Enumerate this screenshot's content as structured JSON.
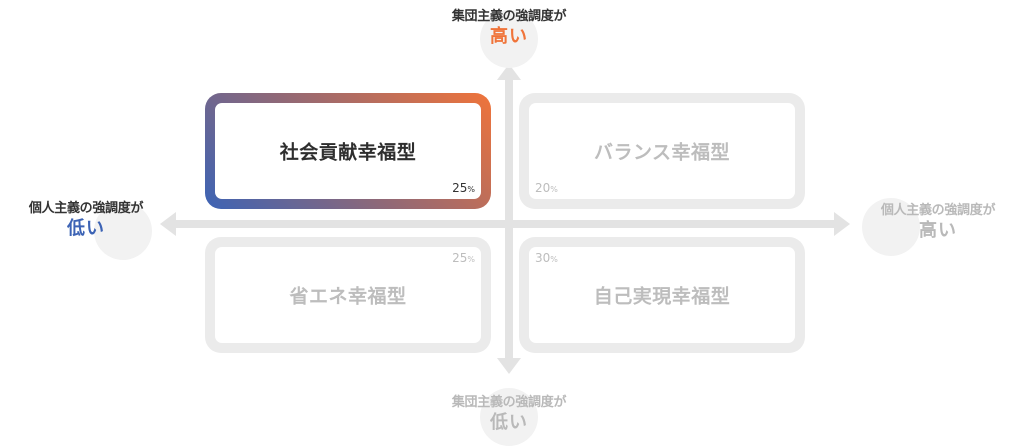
{
  "axes": {
    "top": {
      "line1": "集団主義の強調度が",
      "line2": "高い",
      "line2_color": "#f0743a"
    },
    "left": {
      "line1": "個人主義の強調度が",
      "line2": "低い",
      "line2_color": "#3c63b5"
    },
    "right": {
      "line1": "個人主義の強調度が",
      "line2": "高い"
    },
    "bottom": {
      "line1": "集団主義の強調度が",
      "line2": "低い"
    }
  },
  "quadrants": {
    "top_left": {
      "name": "社会貢献幸福型",
      "value": "25",
      "unit": "%"
    },
    "top_right": {
      "name": "バランス幸福型",
      "value": "20",
      "unit": "%"
    },
    "bottom_left": {
      "name": "省エネ幸福型",
      "value": "25",
      "unit": "%"
    },
    "bottom_right": {
      "name": "自己実現幸福型",
      "value": "30",
      "unit": "%"
    }
  },
  "colors": {
    "gradient_start": "#3c63b5",
    "gradient_end": "#f0743a",
    "muted_frame": "#ebebeb",
    "muted_text": "#bdbdbd",
    "axis": "#e3e3e3"
  }
}
